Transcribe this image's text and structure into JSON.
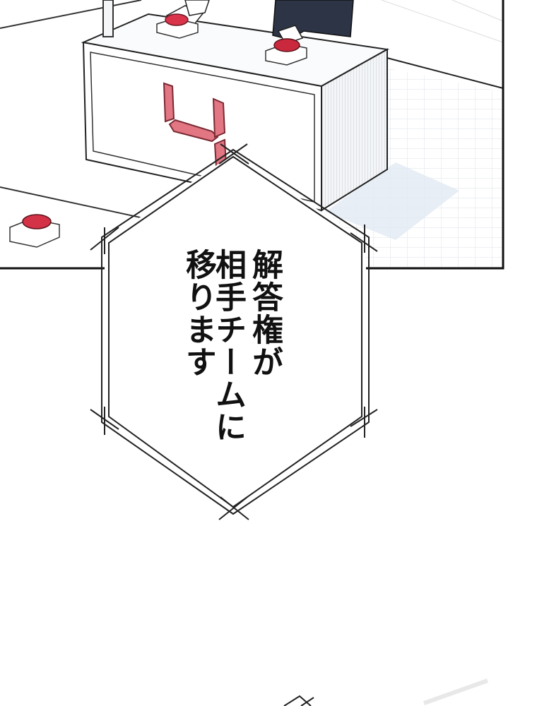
{
  "panel": {
    "scoreboard_digit": "4"
  },
  "speech_bubble": {
    "line1": "解答権が",
    "line2": "相手チームに",
    "line3": "移ります"
  }
}
